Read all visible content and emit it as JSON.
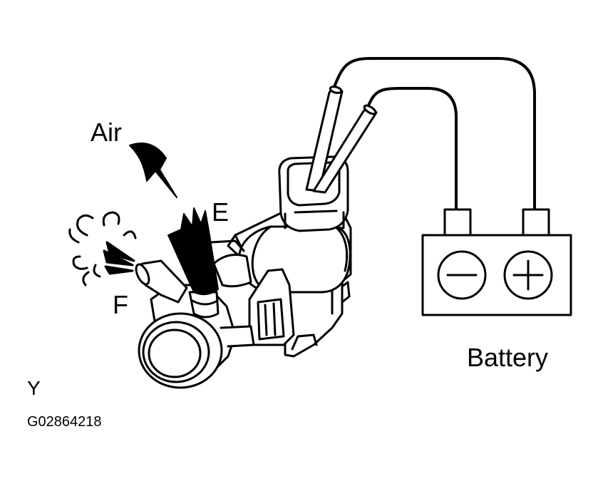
{
  "labels": {
    "air": "Air",
    "port_e": "E",
    "port_f": "F",
    "battery": "Battery",
    "view": "Y",
    "figure_code": "G02864218"
  },
  "icons": {
    "battery_negative": "minus-icon",
    "battery_positive": "plus-icon"
  },
  "colors": {
    "ink": "#000000",
    "paper": "#ffffff"
  }
}
